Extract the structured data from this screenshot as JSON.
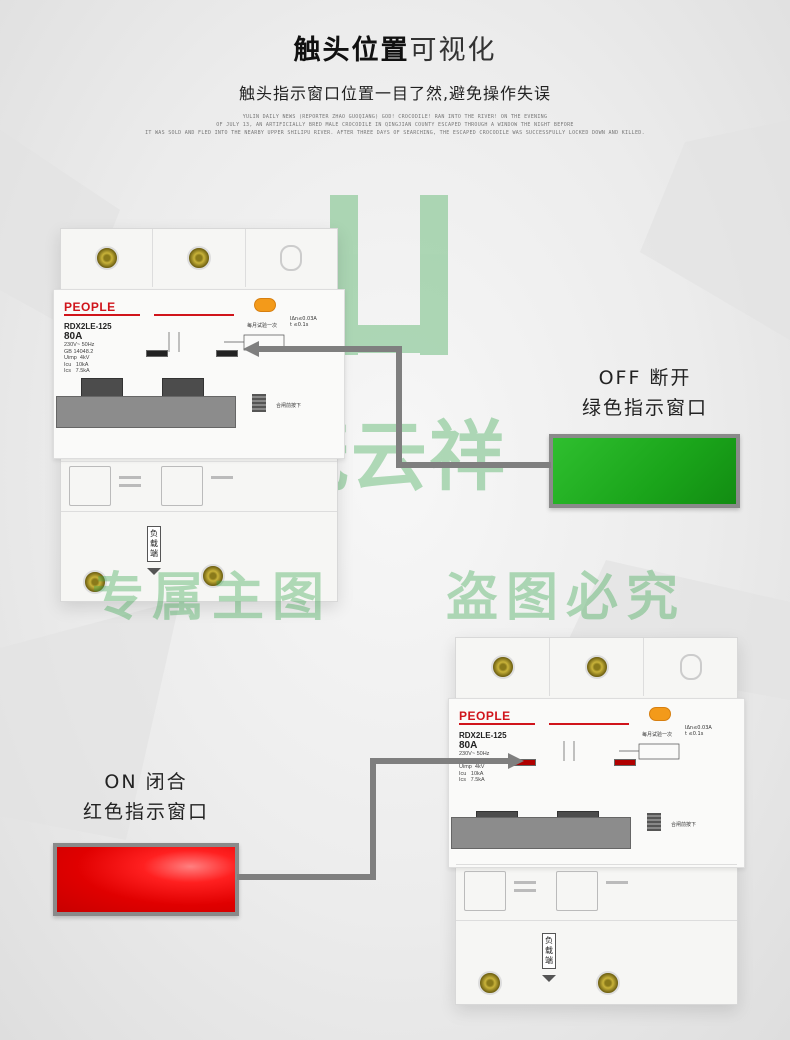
{
  "header": {
    "title_bold": "触头位置",
    "title_rest": "可视化",
    "subtitle": "触头指示窗口位置一目了然,避免操作失误",
    "english_lines": [
      "YULIN DAILY NEWS (REPORTER ZHAO GUOQIANG) GOD! CROCODILE! RAN INTO THE RIVER! ON THE EVENING",
      "OF JULY 13, AN ARTIFICIALLY BRED MALE CROCODILE IN QINGJIAN COUNTY ESCAPED THROUGH A WINDOW THE NIGHT BEFORE",
      "IT WAS SOLD AND FLED INTO THE NEARBY UPPER SHILIPU RIVER. AFTER THREE DAYS OF SEARCHING, THE ESCAPED CROCODILE WAS SUCCESSFULLY LOCKED DOWN AND KILLED."
    ]
  },
  "breaker": {
    "brand": "PEOPLE",
    "model": "RDX2LE-125",
    "rating": "80A",
    "specs": "230V~ 50Hz\nGB 14048.2\nUimp  4kV\nIcu   10kA\nIcs   7.5kA",
    "test_label": "每月试验一次",
    "test_spec": "IΔn≤0.03A\nt ≤0.1s",
    "close_label": "合闸前按下",
    "load_label": "负\n载\n端"
  },
  "off_callout": {
    "line1": "OFF 断开",
    "line2": "绿色指示窗口",
    "color": "#1aa41a"
  },
  "on_callout": {
    "line1": "ON 闭合",
    "line2": "红色指示窗口",
    "color": "#e00000"
  },
  "watermark": {
    "logo_text": "宝茂云祥",
    "left_text": "专属主图",
    "right_text": "盗图必究",
    "color": "#3aa850"
  }
}
